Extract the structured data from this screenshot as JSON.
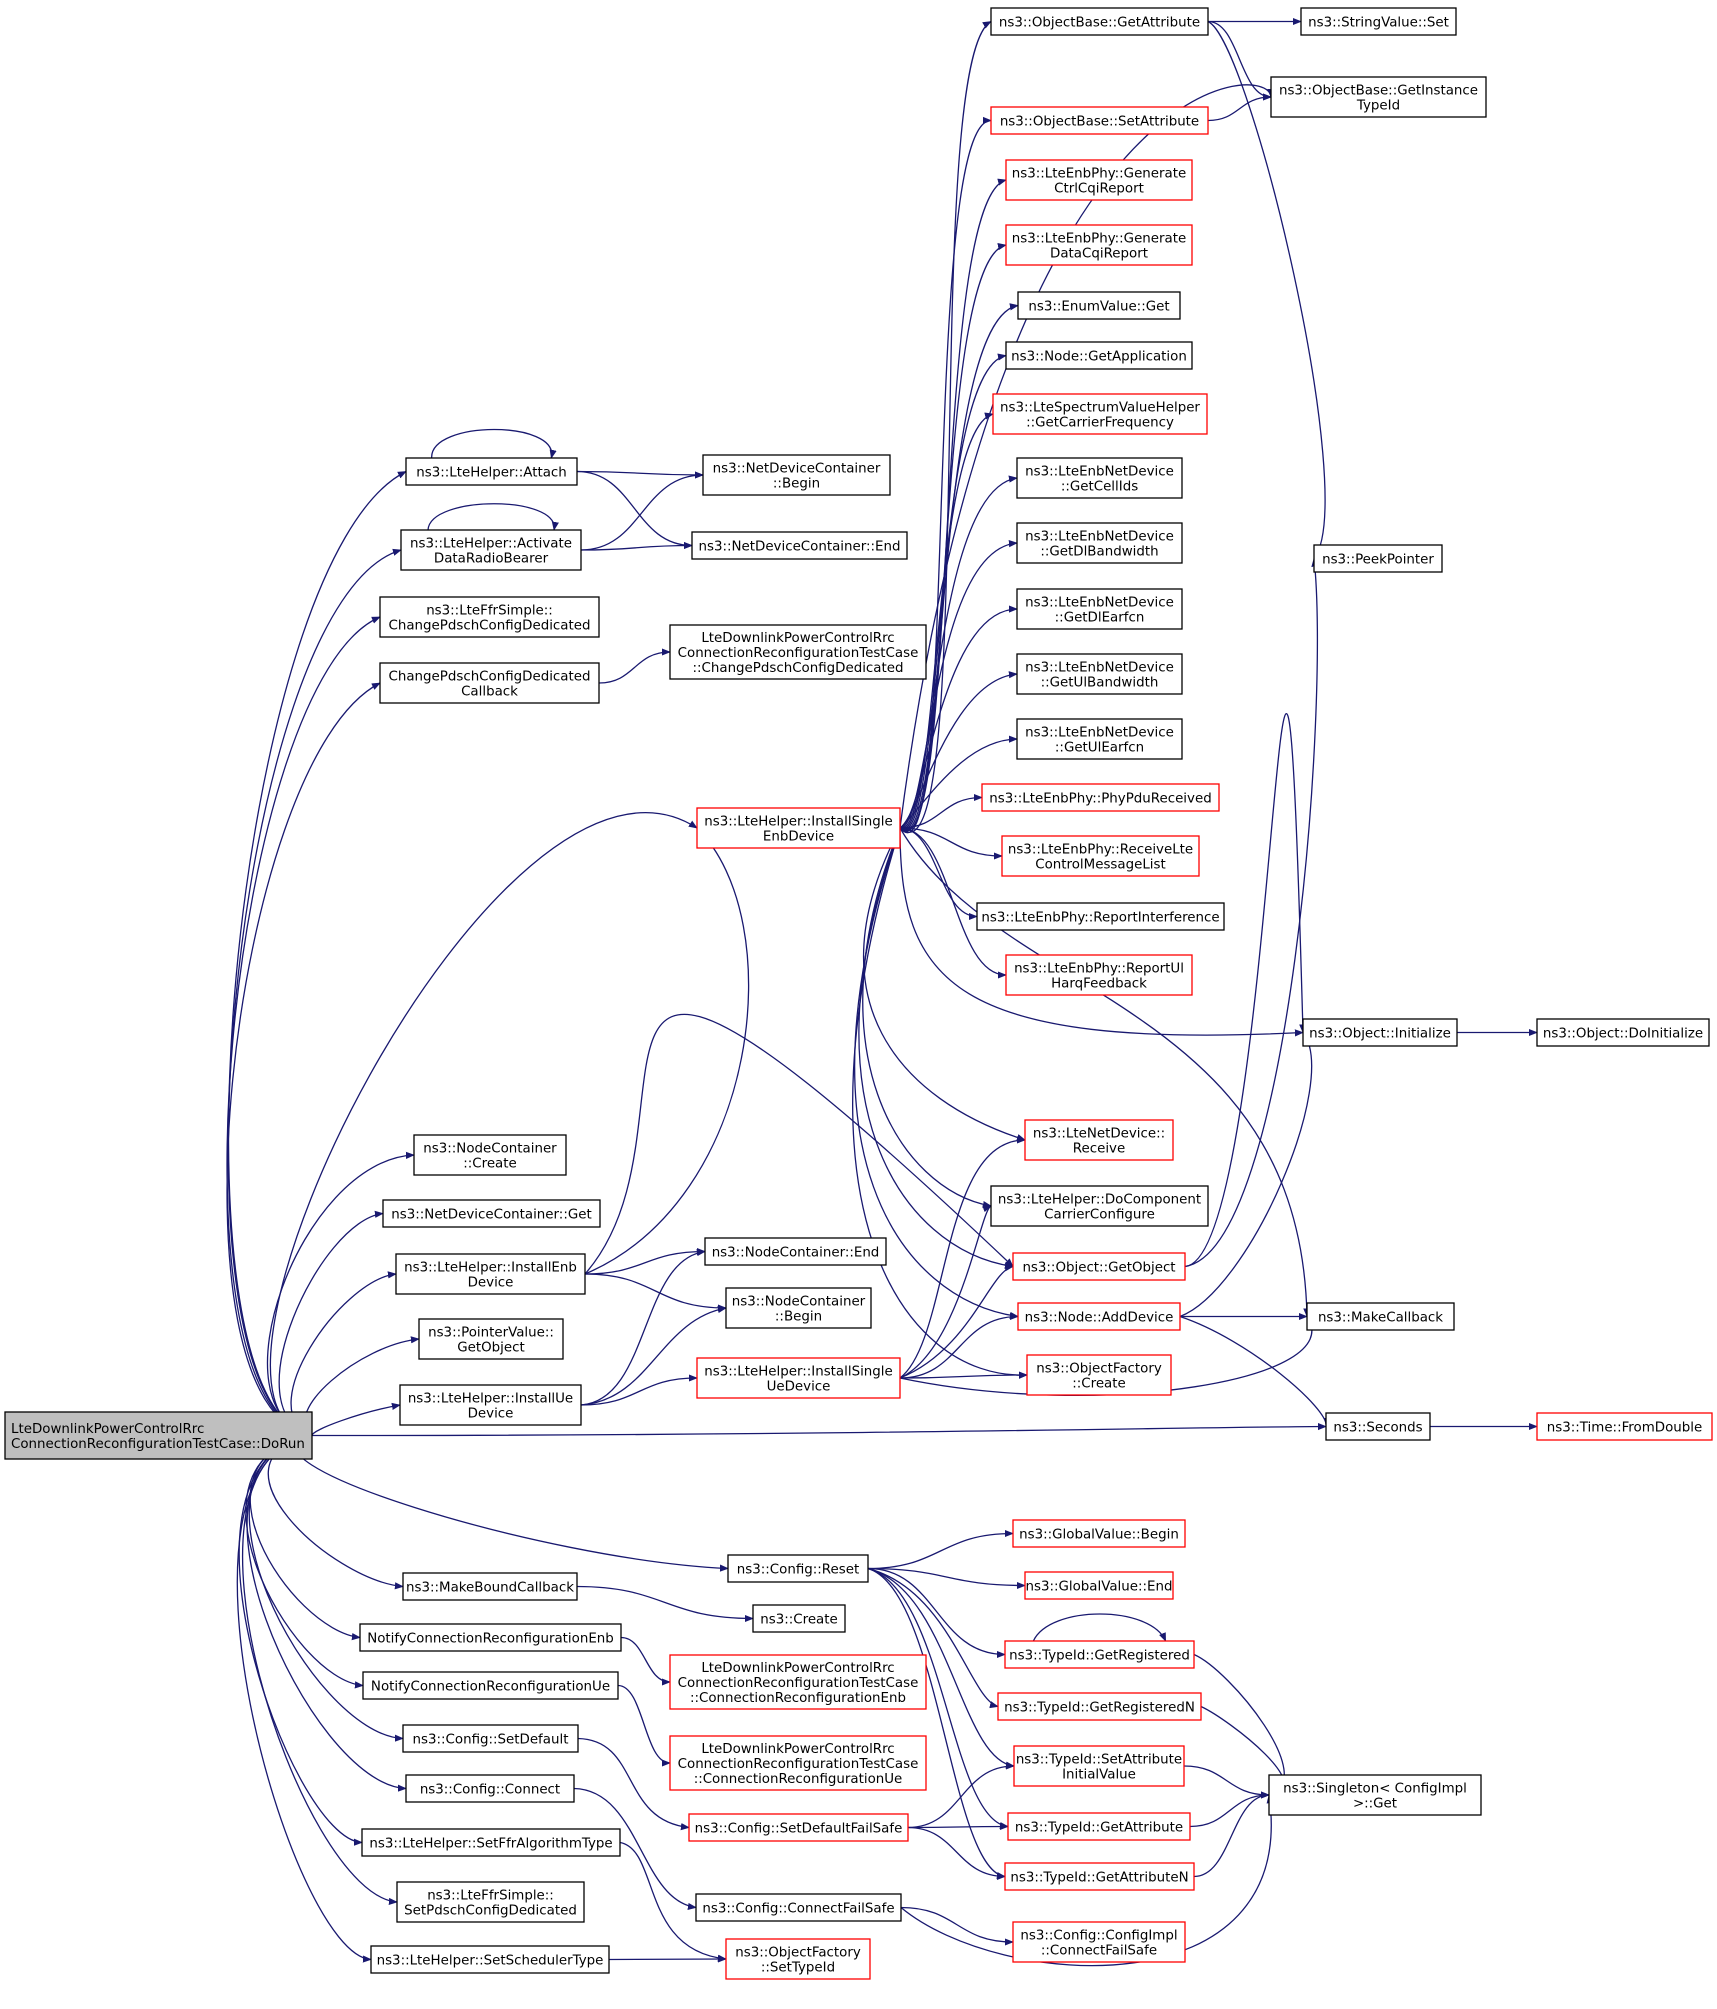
{
  "colors": {
    "edge": "#191970",
    "box_normal": "#000000",
    "box_incomplete": "#ff0000",
    "box_root_fill": "#bfbfbf",
    "box_fill": "#ffffff"
  },
  "nodes": {
    "root": {
      "lines": [
        "LteDownlinkPowerControlRrc",
        "ConnectionReconfigurationTestCase::DoRun"
      ],
      "root": true
    },
    "attach": {
      "lines": [
        "ns3::LteHelper::Attach"
      ]
    },
    "activate": {
      "lines": [
        "ns3::LteHelper::Activate",
        "DataRadioBearer"
      ]
    },
    "ffr_change": {
      "lines": [
        "ns3::LteFfrSimple::",
        "ChangePdschConfigDedicated"
      ]
    },
    "change_cb": {
      "lines": [
        "ChangePdschConfigDedicated",
        "Callback"
      ]
    },
    "tc_change": {
      "lines": [
        "LteDownlinkPowerControlRrc",
        "ConnectionReconfigurationTestCase",
        "::ChangePdschConfigDedicated"
      ]
    },
    "ndc_begin": {
      "lines": [
        "ns3::NetDeviceContainer",
        "::Begin"
      ]
    },
    "ndc_end": {
      "lines": [
        "ns3::NetDeviceContainer::End"
      ]
    },
    "nc_create": {
      "lines": [
        "ns3::NodeContainer",
        "::Create"
      ]
    },
    "ndc_get": {
      "lines": [
        "ns3::NetDeviceContainer::Get"
      ]
    },
    "install_enb": {
      "lines": [
        "ns3::LteHelper::InstallEnb",
        "Device"
      ]
    },
    "pv_get": {
      "lines": [
        "ns3::PointerValue::",
        "GetObject"
      ]
    },
    "install_ue": {
      "lines": [
        "ns3::LteHelper::InstallUe",
        "Device"
      ]
    },
    "nc_end": {
      "lines": [
        "ns3::NodeContainer::End"
      ]
    },
    "nc_begin": {
      "lines": [
        "ns3::NodeContainer",
        "::Begin"
      ]
    },
    "single_enb": {
      "lines": [
        "ns3::LteHelper::InstallSingle",
        "EnbDevice"
      ],
      "red": true
    },
    "single_ue": {
      "lines": [
        "ns3::LteHelper::InstallSingle",
        "UeDevice"
      ],
      "red": true
    },
    "ob_get": {
      "lines": [
        "ns3::ObjectBase::GetAttribute"
      ]
    },
    "ob_set": {
      "lines": [
        "ns3::ObjectBase::SetAttribute"
      ],
      "red": true
    },
    "gen_ctrl": {
      "lines": [
        "ns3::LteEnbPhy::Generate",
        "CtrlCqiReport"
      ],
      "red": true
    },
    "gen_data": {
      "lines": [
        "ns3::LteEnbPhy::Generate",
        "DataCqiReport"
      ],
      "red": true
    },
    "enum_get": {
      "lines": [
        "ns3::EnumValue::Get"
      ]
    },
    "node_getapp": {
      "lines": [
        "ns3::Node::GetApplication"
      ]
    },
    "spectrum": {
      "lines": [
        "ns3::LteSpectrumValueHelper",
        "::GetCarrierFrequency"
      ],
      "red": true
    },
    "cellids": {
      "lines": [
        "ns3::LteEnbNetDevice",
        "::GetCellIds"
      ]
    },
    "dlbw": {
      "lines": [
        "ns3::LteEnbNetDevice",
        "::GetDlBandwidth"
      ]
    },
    "dlearfcn": {
      "lines": [
        "ns3::LteEnbNetDevice",
        "::GetDlEarfcn"
      ]
    },
    "ulbw": {
      "lines": [
        "ns3::LteEnbNetDevice",
        "::GetUlBandwidth"
      ]
    },
    "ulearfcn": {
      "lines": [
        "ns3::LteEnbNetDevice",
        "::GetUlEarfcn"
      ]
    },
    "phypdu": {
      "lines": [
        "ns3::LteEnbPhy::PhyPduReceived"
      ],
      "red": true
    },
    "recvlte": {
      "lines": [
        "ns3::LteEnbPhy::ReceiveLte",
        "ControlMessageList"
      ],
      "red": true
    },
    "reportint": {
      "lines": [
        "ns3::LteEnbPhy::ReportInterference"
      ]
    },
    "reportul": {
      "lines": [
        "ns3::LteEnbPhy::ReportUl",
        "HarqFeedback"
      ],
      "red": true
    },
    "netdev_recv": {
      "lines": [
        "ns3::LteNetDevice::",
        "Receive"
      ],
      "red": true
    },
    "docomp": {
      "lines": [
        "ns3::LteHelper::DoComponent",
        "CarrierConfigure"
      ]
    },
    "getobject": {
      "lines": [
        "ns3::Object::GetObject"
      ],
      "red": true
    },
    "adddevice": {
      "lines": [
        "ns3::Node::AddDevice"
      ],
      "red": true
    },
    "of_create": {
      "lines": [
        "ns3::ObjectFactory",
        "::Create"
      ],
      "red": true
    },
    "stringset": {
      "lines": [
        "ns3::StringValue::Set"
      ]
    },
    "getinst": {
      "lines": [
        "ns3::ObjectBase::GetInstance",
        "TypeId"
      ]
    },
    "peek": {
      "lines": [
        "ns3::PeekPointer"
      ]
    },
    "obj_init": {
      "lines": [
        "ns3::Object::Initialize"
      ]
    },
    "doinit": {
      "lines": [
        "ns3::Object::DoInitialize"
      ]
    },
    "makecb": {
      "lines": [
        "ns3::MakeCallback"
      ]
    },
    "seconds": {
      "lines": [
        "ns3::Seconds"
      ]
    },
    "fromdouble": {
      "lines": [
        "ns3::Time::FromDouble"
      ],
      "red": true
    },
    "cfg_reset": {
      "lines": [
        "ns3::Config::Reset"
      ]
    },
    "gv_begin": {
      "lines": [
        "ns3::GlobalValue::Begin"
      ],
      "red": true
    },
    "gv_end": {
      "lines": [
        "ns3::GlobalValue::End"
      ],
      "red": true
    },
    "tid_getreg": {
      "lines": [
        "ns3::TypeId::GetRegistered"
      ],
      "red": true
    },
    "tid_getregn": {
      "lines": [
        "ns3::TypeId::GetRegisteredN"
      ],
      "red": true
    },
    "tid_setattr": {
      "lines": [
        "ns3::TypeId::SetAttribute",
        "InitialValue"
      ],
      "red": true
    },
    "tid_getattr": {
      "lines": [
        "ns3::TypeId::GetAttribute"
      ],
      "red": true
    },
    "tid_getattrn": {
      "lines": [
        "ns3::TypeId::GetAttributeN"
      ],
      "red": true
    },
    "singleton": {
      "lines": [
        "ns3::Singleton< ConfigImpl",
        ">::Get"
      ]
    },
    "makebound": {
      "lines": [
        "ns3::MakeBoundCallback"
      ]
    },
    "create": {
      "lines": [
        "ns3::Create"
      ]
    },
    "notify_enb": {
      "lines": [
        "NotifyConnectionReconfigurationEnb"
      ]
    },
    "notify_ue": {
      "lines": [
        "NotifyConnectionReconfigurationUe"
      ]
    },
    "tc_conn_enb": {
      "lines": [
        "LteDownlinkPowerControlRrc",
        "ConnectionReconfigurationTestCase",
        "::ConnectionReconfigurationEnb"
      ],
      "red": true
    },
    "tc_conn_ue": {
      "lines": [
        "LteDownlinkPowerControlRrc",
        "ConnectionReconfigurationTestCase",
        "::ConnectionReconfigurationUe"
      ],
      "red": true
    },
    "setdefault": {
      "lines": [
        "ns3::Config::SetDefault"
      ]
    },
    "setdefaultfs": {
      "lines": [
        "ns3::Config::SetDefaultFailSafe"
      ],
      "red": true
    },
    "connect": {
      "lines": [
        "ns3::Config::Connect"
      ]
    },
    "connectfs": {
      "lines": [
        "ns3::Config::ConnectFailSafe"
      ]
    },
    "cfgimpl_connfs": {
      "lines": [
        "ns3::Config::ConfigImpl",
        "::ConnectFailSafe"
      ],
      "red": true
    },
    "setffr": {
      "lines": [
        "ns3::LteHelper::SetFfrAlgorithmType"
      ]
    },
    "ffr_setpdsch": {
      "lines": [
        "ns3::LteFfrSimple::",
        "SetPdschConfigDedicated"
      ]
    },
    "setsched": {
      "lines": [
        "ns3::LteHelper::SetSchedulerType"
      ]
    },
    "of_settypeid": {
      "lines": [
        "ns3::ObjectFactory",
        "::SetTypeId"
      ],
      "red": true
    }
  }
}
